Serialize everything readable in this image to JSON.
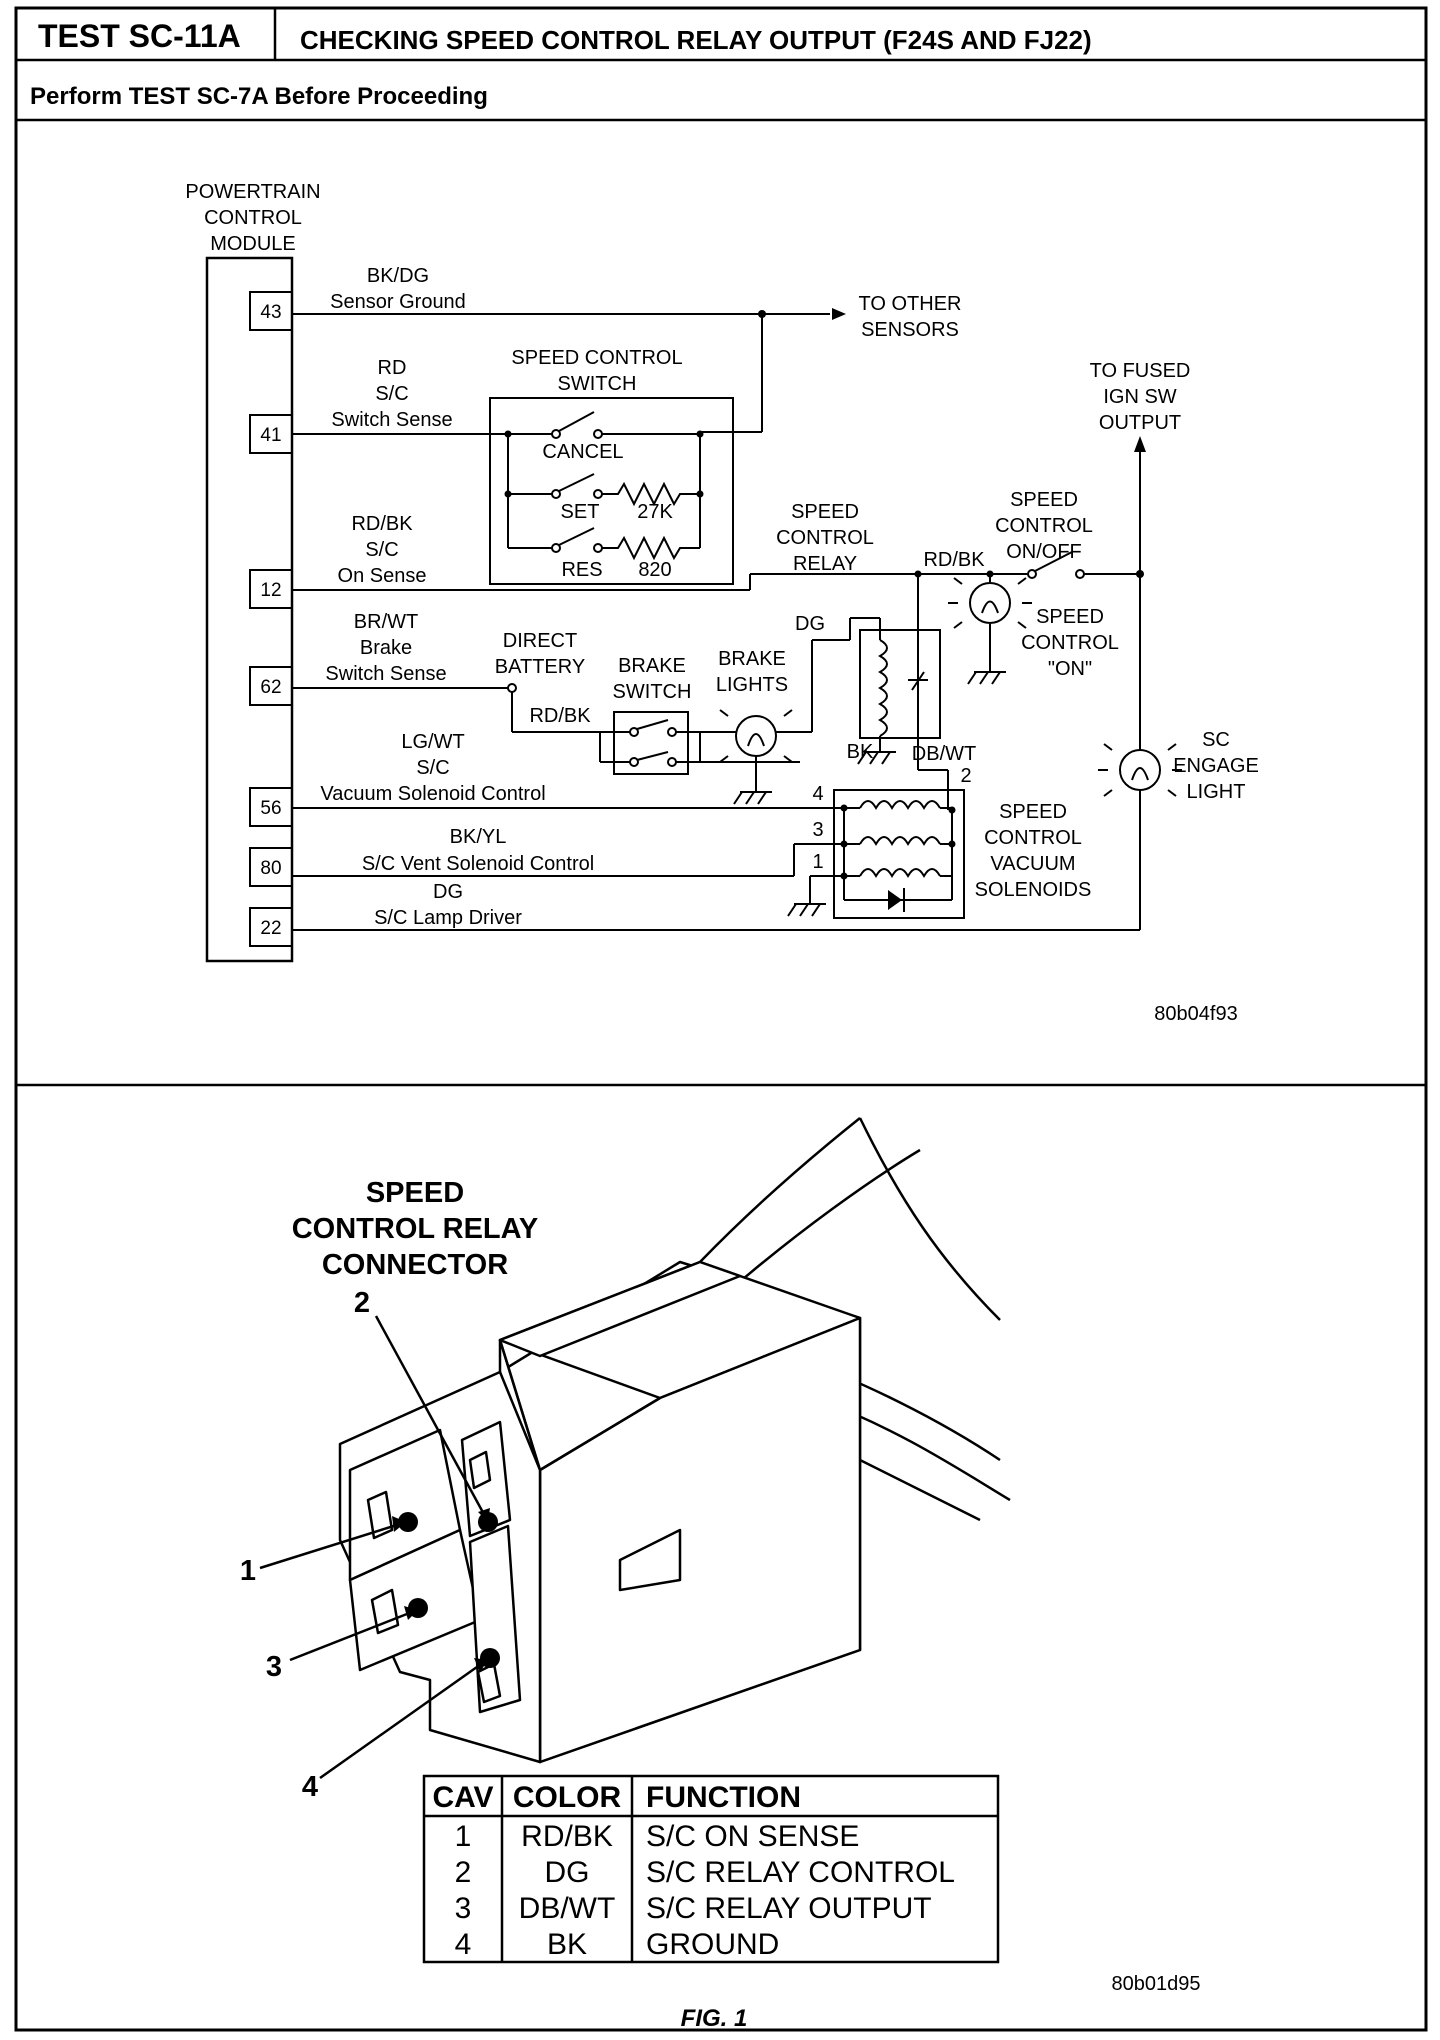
{
  "header": {
    "test_id": "TEST SC-11A",
    "title": "CHECKING SPEED CONTROL RELAY OUTPUT (F24S AND FJ22)",
    "prerequisite": "Perform TEST SC-7A Before Proceeding"
  },
  "schematic": {
    "pcm_label": [
      "POWERTRAIN",
      "CONTROL",
      "MODULE"
    ],
    "pins": [
      "43",
      "41",
      "12",
      "62",
      "56",
      "80",
      "22"
    ],
    "wires": {
      "w43": [
        "BK/DG",
        "Sensor Ground"
      ],
      "w41": [
        "RD",
        "S/C",
        "Switch Sense"
      ],
      "w12": [
        "RD/BK",
        "S/C",
        "On Sense"
      ],
      "w62": [
        "BR/WT",
        "Brake",
        "Switch Sense"
      ],
      "w56": [
        "LG/WT",
        "S/C",
        "Vacuum Solenoid Control"
      ],
      "w80": [
        "BK/YL",
        "S/C Vent Solenoid Control"
      ],
      "w22": [
        "DG",
        "S/C Lamp Driver"
      ]
    },
    "to_other_sensors": [
      "TO OTHER",
      "SENSORS"
    ],
    "speed_control_switch": [
      "SPEED CONTROL",
      "SWITCH"
    ],
    "switch_labels": {
      "cancel": "CANCEL",
      "set": "SET",
      "res": "RES",
      "r1": "27K",
      "r2": "820"
    },
    "to_fused": [
      "TO FUSED",
      "IGN SW",
      "OUTPUT"
    ],
    "relay": [
      "SPEED",
      "CONTROL",
      "RELAY"
    ],
    "rdbk": "RD/BK",
    "onoff": [
      "SPEED",
      "CONTROL",
      "ON/OFF"
    ],
    "speed_on": [
      "SPEED",
      "CONTROL",
      "\"ON\""
    ],
    "direct_battery": [
      "DIRECT",
      "BATTERY"
    ],
    "brake_switch": [
      "BRAKE",
      "SWITCH"
    ],
    "brake_lights": [
      "BRAKE",
      "LIGHTS"
    ],
    "rdbk2": "RD/BK",
    "dg": "DG",
    "bk": "BK",
    "dbwt": "DB/WT",
    "sol_pins": [
      "4",
      "3",
      "1",
      "2"
    ],
    "solenoids": [
      "SPEED",
      "CONTROL",
      "VACUUM",
      "SOLENOIDS"
    ],
    "sc_engage": [
      "SC",
      "ENGAGE",
      "LIGHT"
    ],
    "ref": "80b04f93"
  },
  "connector": {
    "title": [
      "SPEED",
      "CONTROL RELAY",
      "CONNECTOR"
    ],
    "callouts": [
      "1",
      "2",
      "3",
      "4"
    ],
    "table": {
      "headers": [
        "CAV",
        "COLOR",
        "FUNCTION"
      ],
      "rows": [
        [
          "1",
          "RD/BK",
          "S/C ON SENSE"
        ],
        [
          "2",
          "DG",
          "S/C RELAY CONTROL"
        ],
        [
          "3",
          "DB/WT",
          "S/C RELAY OUTPUT"
        ],
        [
          "4",
          "BK",
          "GROUND"
        ]
      ]
    },
    "ref": "80b01d95",
    "fig": "FIG. 1"
  }
}
